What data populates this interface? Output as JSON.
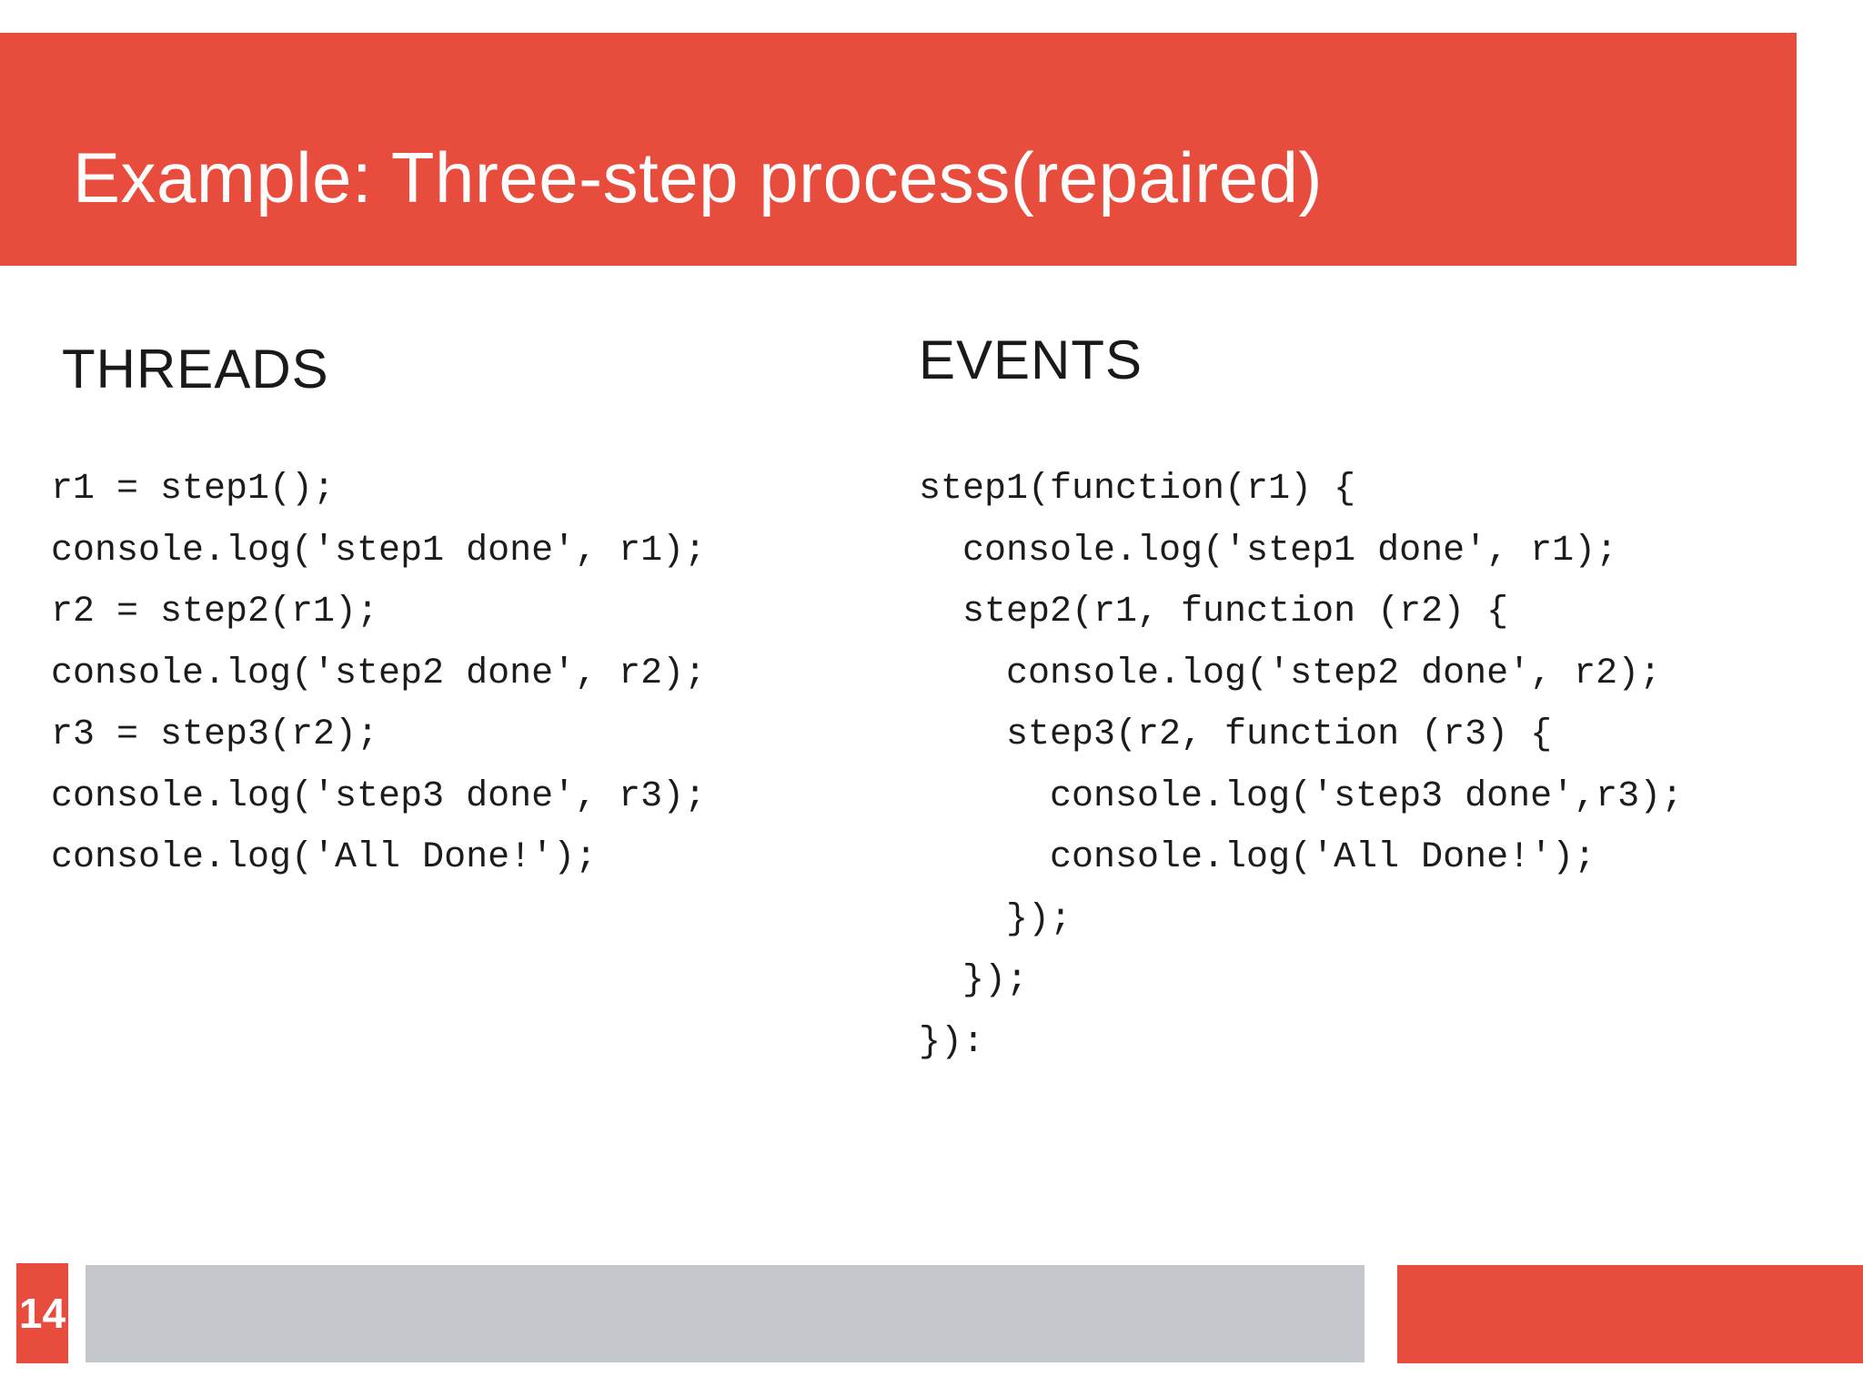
{
  "header": {
    "title": "Example: Three-step process(repaired)"
  },
  "columns": [
    {
      "heading": "THREADS",
      "code_lines": [
        "r1 = step1();",
        "console.log('step1 done', r1);",
        "r2 = step2(r1);",
        "console.log('step2 done', r2);",
        "r3 = step3(r2);",
        "console.log('step3 done', r3);",
        "console.log('All Done!');"
      ]
    },
    {
      "heading": "EVENTS",
      "code_lines": [
        "step1(function(r1) {",
        "  console.log('step1 done', r1);",
        "  step2(r1, function (r2) {",
        "    console.log('step2 done', r2);",
        "    step3(r2, function (r3) {",
        "      console.log('step3 done',r3);",
        "      console.log('All Done!');",
        "    });",
        "  });",
        "}):"
      ]
    }
  ],
  "footer": {
    "page_number": "14"
  },
  "colors": {
    "accent_red": "#e74c3c",
    "footer_gray": "#c4c8cc",
    "title_text": "#fdfdfd",
    "body_text": "#1c1c1c"
  }
}
